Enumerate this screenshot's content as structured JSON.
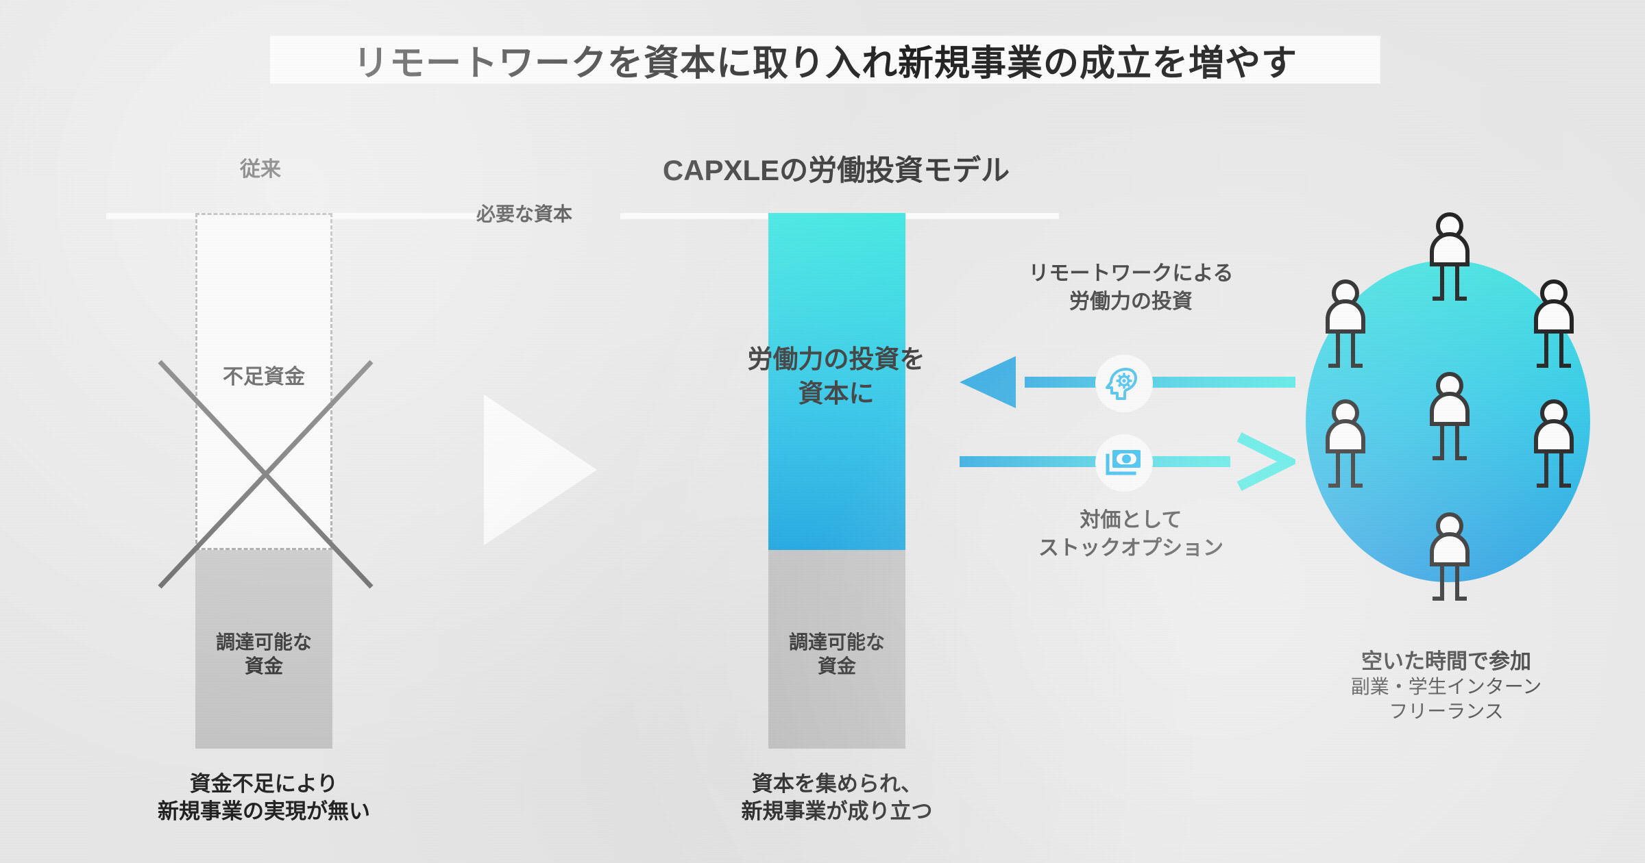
{
  "title": "リモートワークを資本に取り入れ新規事業の成立を増やす",
  "required_capital_label": "必要な資本",
  "legacy": {
    "heading": "従来",
    "shortfall_label": "不足資金",
    "available_label": "調達可能な\n資金",
    "available_label_line1": "調達可能な",
    "available_label_line2": "資金",
    "caption_line1": "資金不足により",
    "caption_line2": "新規事業の実現が無い"
  },
  "model": {
    "heading": "CAPXLEの労働投資モデル",
    "bar_label_line1": "労働力の投資を",
    "bar_label_line2": "資本に",
    "available_label_line1": "調達可能な",
    "available_label_line2": "資金",
    "caption_line1": "資本を集められ、",
    "caption_line2": "新規事業が成り立つ"
  },
  "flows": [
    {
      "id": "labor-investment",
      "caption_line1": "リモートワークによる",
      "caption_line2": "労働力の投資",
      "icon": "head-gear-icon",
      "direction": "left"
    },
    {
      "id": "stock-option",
      "caption_line1": "対価として",
      "caption_line2": "ストックオプション",
      "icon": "banknote-icon",
      "direction": "right"
    }
  ],
  "talent": {
    "heading": "空いた時間で参加",
    "sub_line1": "副業・学生インターン",
    "sub_line2": "フリーランス",
    "figure_count": 7
  },
  "colors": {
    "background": "#e9e9e9",
    "title_band": "#ffffff",
    "rule": "#ffffff",
    "gray_block": "#c2c2c2",
    "dashed_border": "#9a9a9a",
    "x_mark": "#555555",
    "cyan_top": "#2ee9e2",
    "blue_bottom": "#009fe3",
    "accent": "#1cb4ea",
    "text": "#1d1d1d"
  }
}
